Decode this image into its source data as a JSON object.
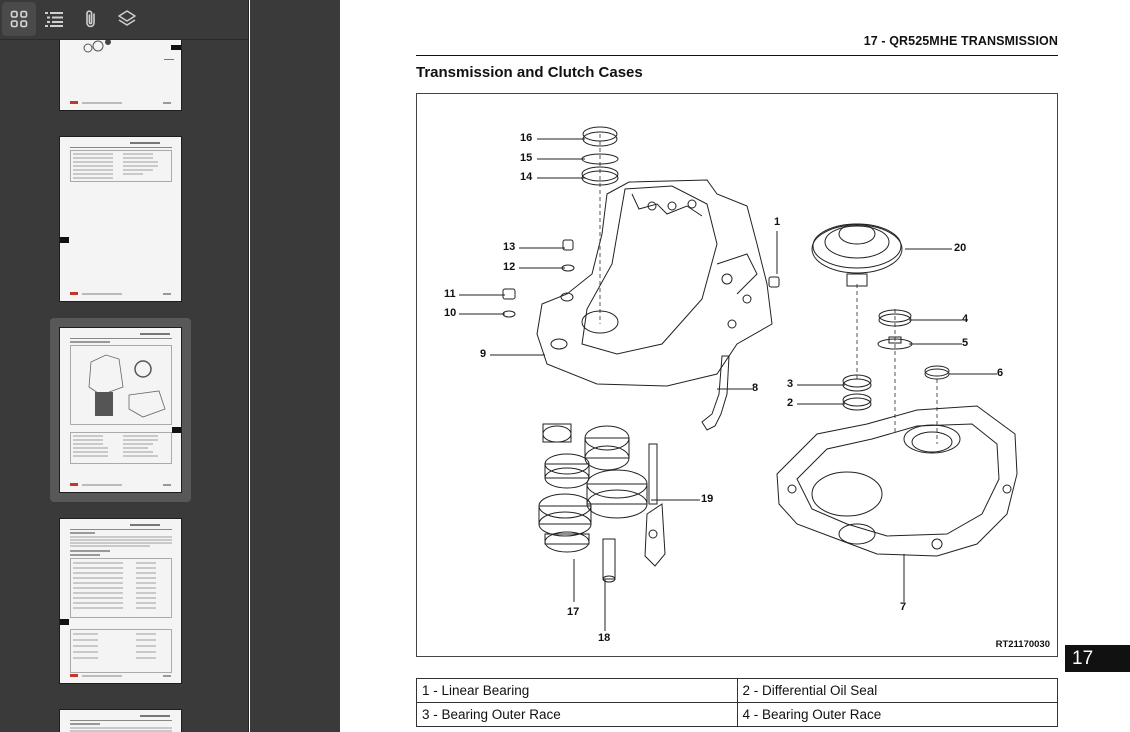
{
  "sidebar": {
    "toolbar": {
      "thumbnails_icon": "thumbnails-icon",
      "outline_icon": "outline-icon",
      "attachments_icon": "paperclip-icon",
      "layers_icon": "layers-icon"
    }
  },
  "page": {
    "running_head": "17 - QR525MHE TRANSMISSION",
    "section_title": "Transmission and Clutch Cases",
    "figure": {
      "code": "RT21170030",
      "callouts": [
        "16",
        "15",
        "14",
        "13",
        "12",
        "11",
        "10",
        "9",
        "1",
        "20",
        "4",
        "5",
        "6",
        "3",
        "2",
        "8",
        "19",
        "17",
        "18",
        "7"
      ]
    },
    "chapter_tab": "17",
    "legend": [
      [
        "1 - Linear Bearing",
        "2 - Differential Oil Seal"
      ],
      [
        "3 - Bearing Outer Race",
        "4 - Bearing Outer Race"
      ]
    ]
  },
  "colors": {
    "sidebar_bg": "#3a3a3a",
    "selected_thumb": "#585858",
    "page_bg": "#ffffff",
    "chapter_tab_bg": "#111111"
  }
}
